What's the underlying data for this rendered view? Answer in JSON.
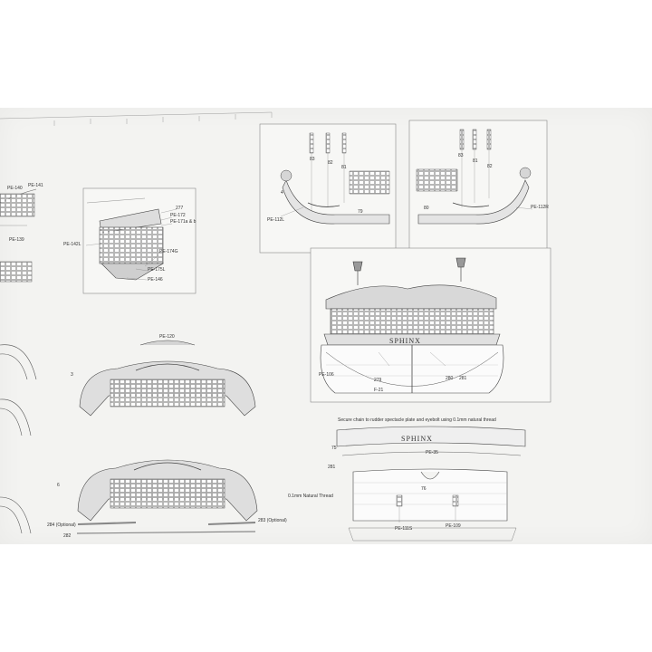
{
  "detail_a": {
    "labels": [
      "PE-140",
      "PE-141",
      "PE-139"
    ]
  },
  "detail_b": {
    "labels": [
      "277",
      "PE-172",
      "PE-171a & b",
      "PE-142L",
      "PE-174G",
      "PE-175L",
      "PE-146"
    ]
  },
  "detail_c_left": {
    "labels": [
      "83",
      "82",
      "81",
      "79",
      "PE-112L"
    ],
    "side_number": "4"
  },
  "detail_c_right": {
    "labels": [
      "83",
      "81",
      "82",
      "80",
      "PE-112R"
    ]
  },
  "stern_panel": {
    "nameplate": "SPHINX",
    "labels": [
      "PE-106",
      "279",
      "F-21",
      "280",
      "281"
    ],
    "caption": "Secure chain to rudder spectacle plate and eyebolt using 0.1mm natural thread"
  },
  "transom_upper": {
    "step": "3",
    "label": "PE-120"
  },
  "transom_lower": {
    "step": "6",
    "labels": [
      "284 (Optional)",
      "282",
      "283 (Optional)"
    ]
  },
  "nameboard": {
    "nameplate": "SPHINX",
    "labels": [
      "75",
      "PE-35",
      "281"
    ]
  },
  "rudder_detail": {
    "labels": [
      "76",
      "PE-111S",
      "PE-109"
    ],
    "thread_note": "0.1mm Natural Thread"
  }
}
